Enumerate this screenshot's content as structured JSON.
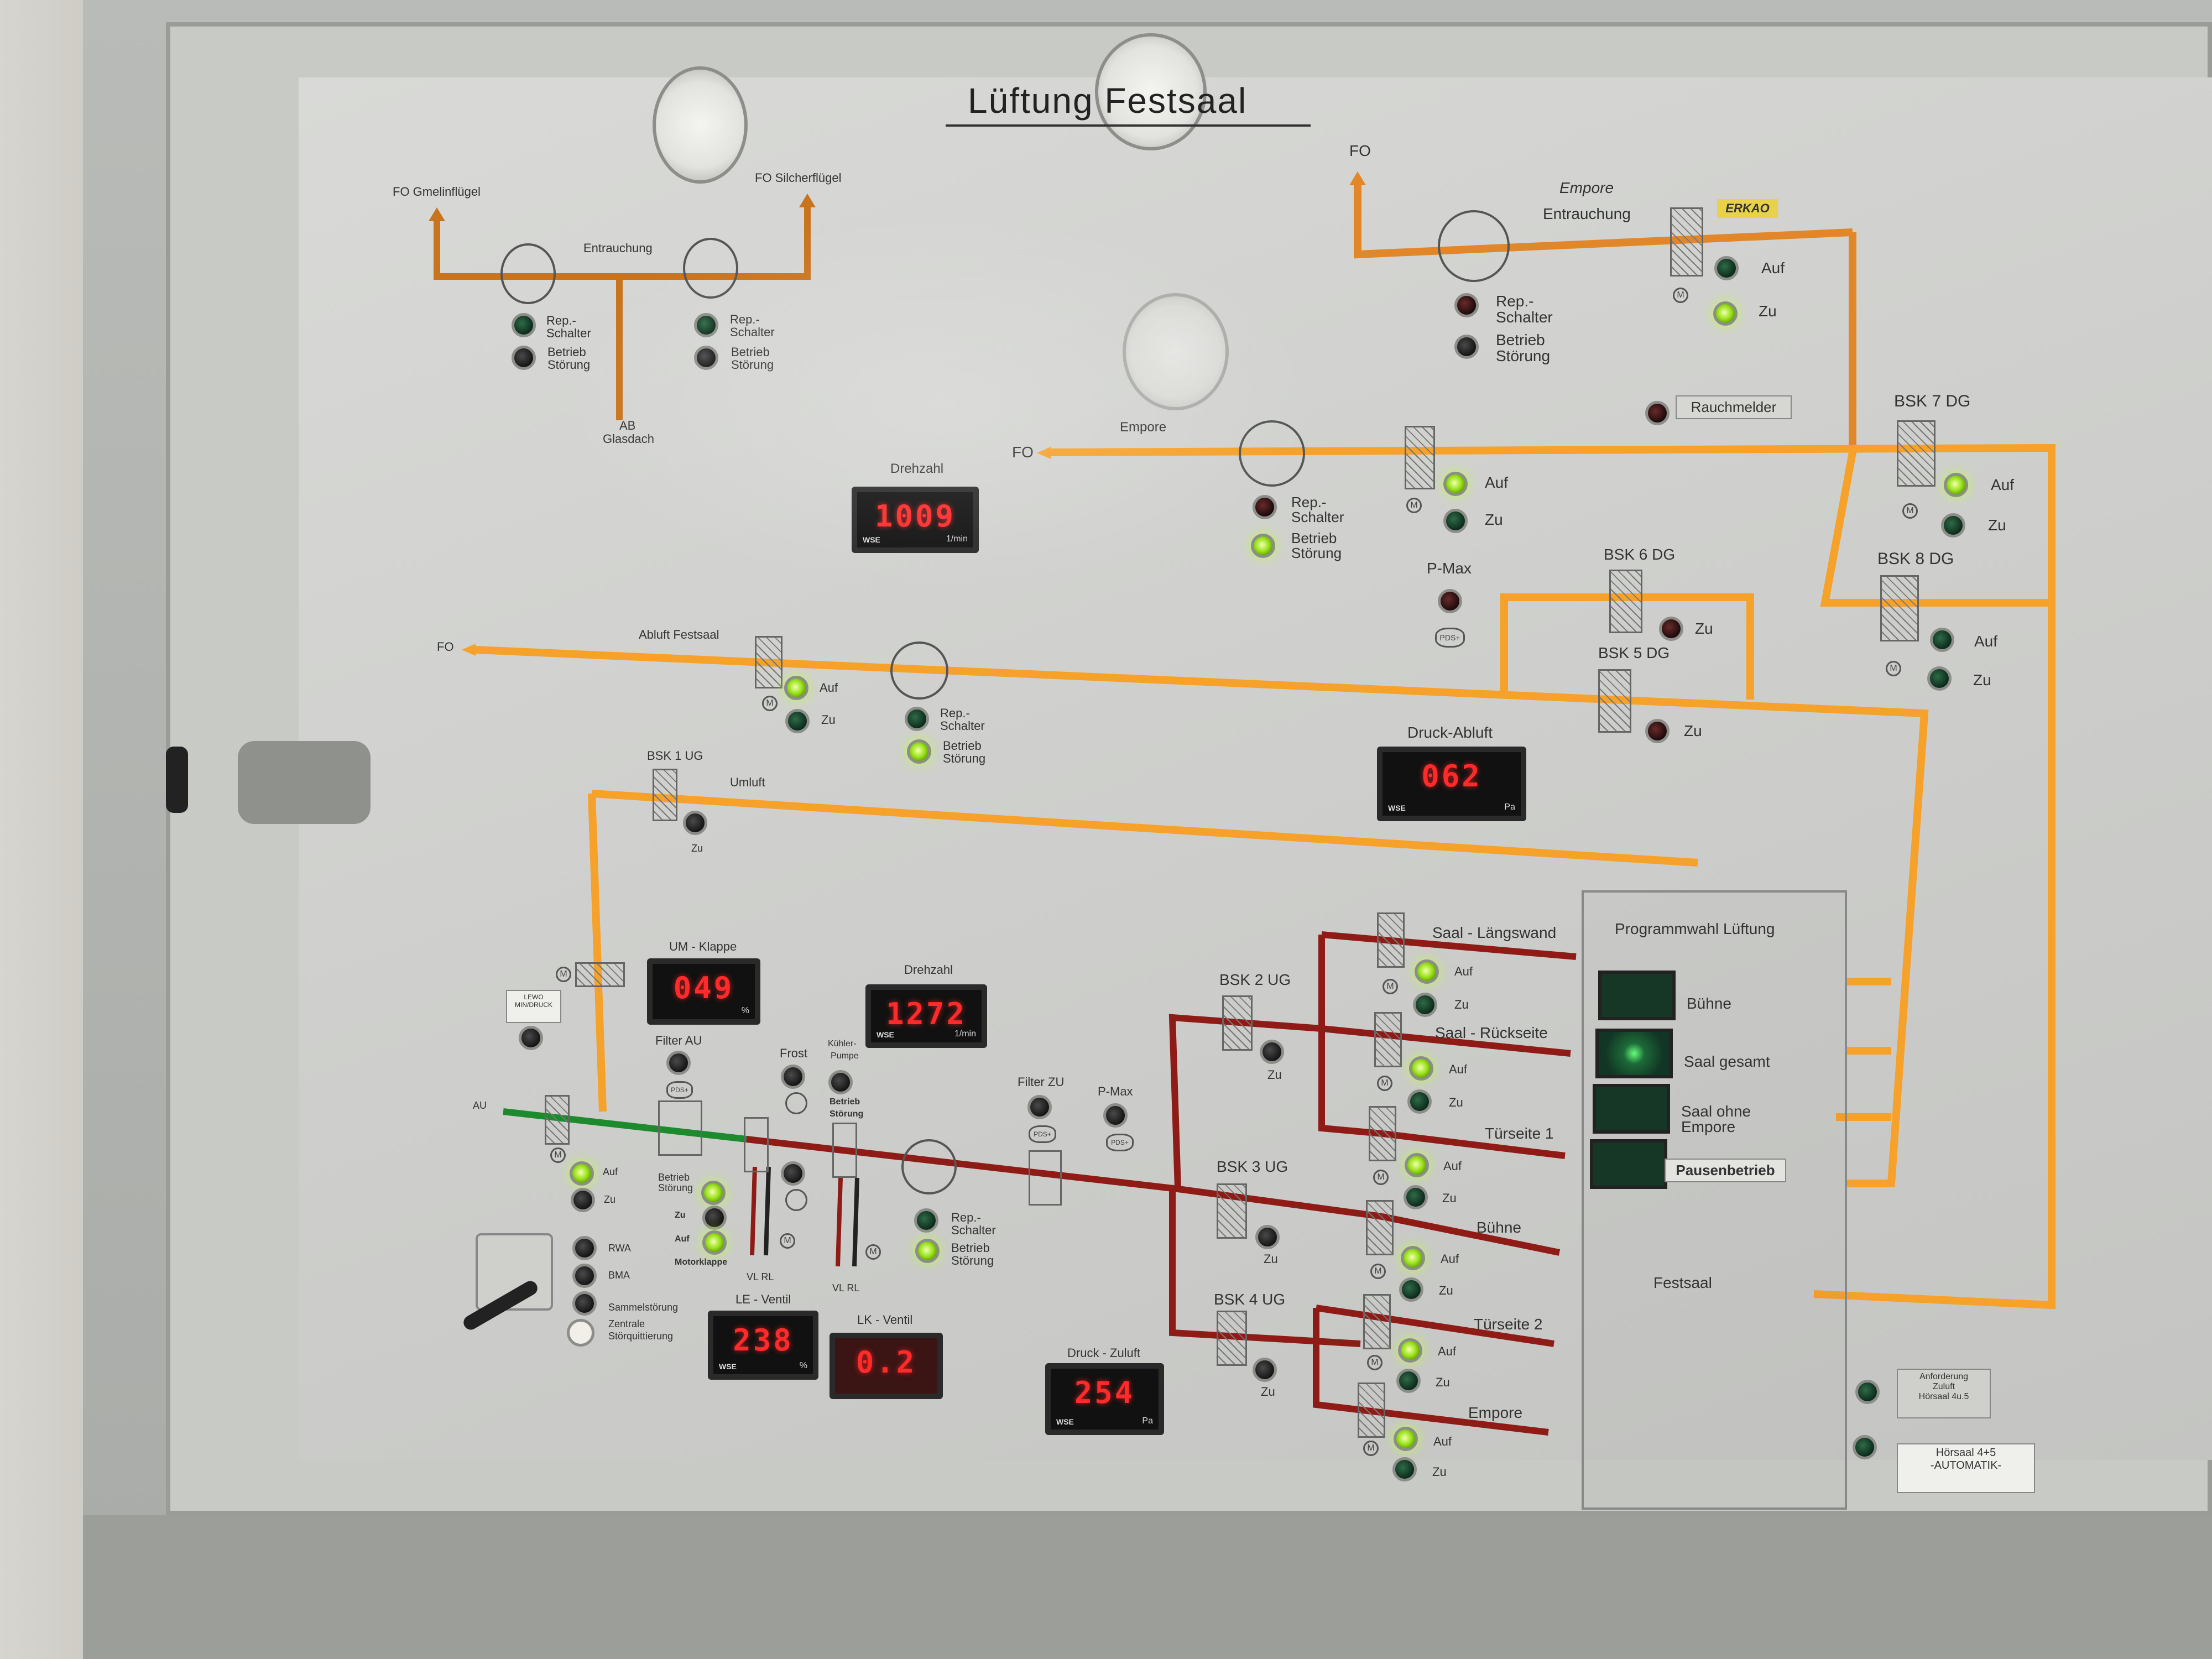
{
  "title": "Lüftung Festsaal",
  "labels": {
    "fo_gmelin": "FO Gmelinflügel",
    "fo_silcher": "FO Silcherflügel",
    "entrauchung_top": "Entrauchung",
    "ab_glasdach_1": "AB",
    "ab_glasdach_2": "Glasdach",
    "rep_schalter": "Rep.-\nSchalter",
    "betrieb_stoerung": "Betrieb\nStörung",
    "fo": "FO",
    "empore_handwritten": "Empore",
    "entrauchung_right": "Entrauchung",
    "erkao": "ERKAO",
    "auf": "Auf",
    "zu": "Zu",
    "rauchmelder": "Rauchmelder",
    "empore": "Empore",
    "drehzahl": "Drehzahl",
    "bsk7": "BSK 7  DG",
    "bsk8": "BSK 8  DG",
    "bsk6": "BSK 6  DG",
    "bsk5": "BSK 5  DG",
    "p_max": "P-Max",
    "pdsplus": "PDS+",
    "abluft_festsaal": "Abluft Festsaal",
    "druck_abluft": "Druck-Abluft",
    "bsk1": "BSK 1  UG",
    "umluft": "Umluft",
    "um_klappe": "UM - Klappe",
    "drehzahl2": "Drehzahl",
    "leitg_1": "LEWO",
    "leitg_2": "MIN/DRUCK",
    "filter_au": "Filter AU",
    "frost": "Frost",
    "kuehler_pumpe_1": "Kühler-",
    "kuehler_pumpe_2": "Pumpe",
    "kuehler_betrieb": "Betrieb",
    "kuehler_stoerung": "Störung",
    "filter_zu": "Filter ZU",
    "p_max2": "P-Max",
    "au": "AU",
    "betrieb_stoerung_small": "Betrieb\nStörung",
    "zu_small": "Zu",
    "auf_small": "Auf",
    "motorklappe": "Motorklappe",
    "rwa": "RWA",
    "bma": "BMA",
    "sammelstoerung": "Sammelstörung",
    "zentrale_1": "Zentrale",
    "zentrale_2": "Störquittierung",
    "vl_rl": "VL  RL",
    "le_ventil": "LE - Ventil",
    "lk_ventil": "LK - Ventil",
    "druck_zuluft": "Druck - Zuluft",
    "bsk2": "BSK 2  UG",
    "bsk3": "BSK 3  UG",
    "bsk4": "BSK 4  UG",
    "saal_laengswand": "Saal - Längswand",
    "saal_rueckseite": "Saal - Rückseite",
    "tuerseite1": "Türseite 1",
    "buehne": "Bühne",
    "tuerseite2": "Türseite 2",
    "empore2": "Empore",
    "programmwahl": "Programmwahl Lüftung",
    "prog_buehne": "Bühne",
    "prog_saal_gesamt": "Saal gesamt",
    "prog_saal_ohne_1": "Saal ohne",
    "prog_saal_ohne_2": "Empore",
    "prog_pausen": "Pausenbetrieb",
    "festsaal": "Festsaal",
    "anforderung_1": "Anforderung",
    "anforderung_2": "Zuluft",
    "anforderung_3": "Hörsaal 4u.5",
    "hoersaal_1": "Hörsaal 4+5",
    "hoersaal_2": "-AUTOMATIK-",
    "m": "M"
  },
  "displays": {
    "drehzahl_top": {
      "value": "1009",
      "unit": "1/min"
    },
    "druck_abluft": {
      "value": "062",
      "unit": "Pa"
    },
    "um_klappe": {
      "value": "049",
      "unit": "%"
    },
    "drehzahl_mid": {
      "value": "1272",
      "unit": "1/min"
    },
    "le_ventil": {
      "value": "238",
      "unit": "%"
    },
    "lk_ventil": {
      "value": "0.2",
      "unit": ""
    },
    "druck_zuluft": {
      "value": "254",
      "unit": "Pa"
    },
    "brand": "WSE"
  },
  "colors": {
    "duct_top_brown": "#c8741f",
    "duct_orange": "#f5a12a",
    "duct_red": "#8e1b16",
    "duct_green": "#1d8a2d",
    "led_green": "#9be21c",
    "display_red": "#ff2a2a"
  }
}
